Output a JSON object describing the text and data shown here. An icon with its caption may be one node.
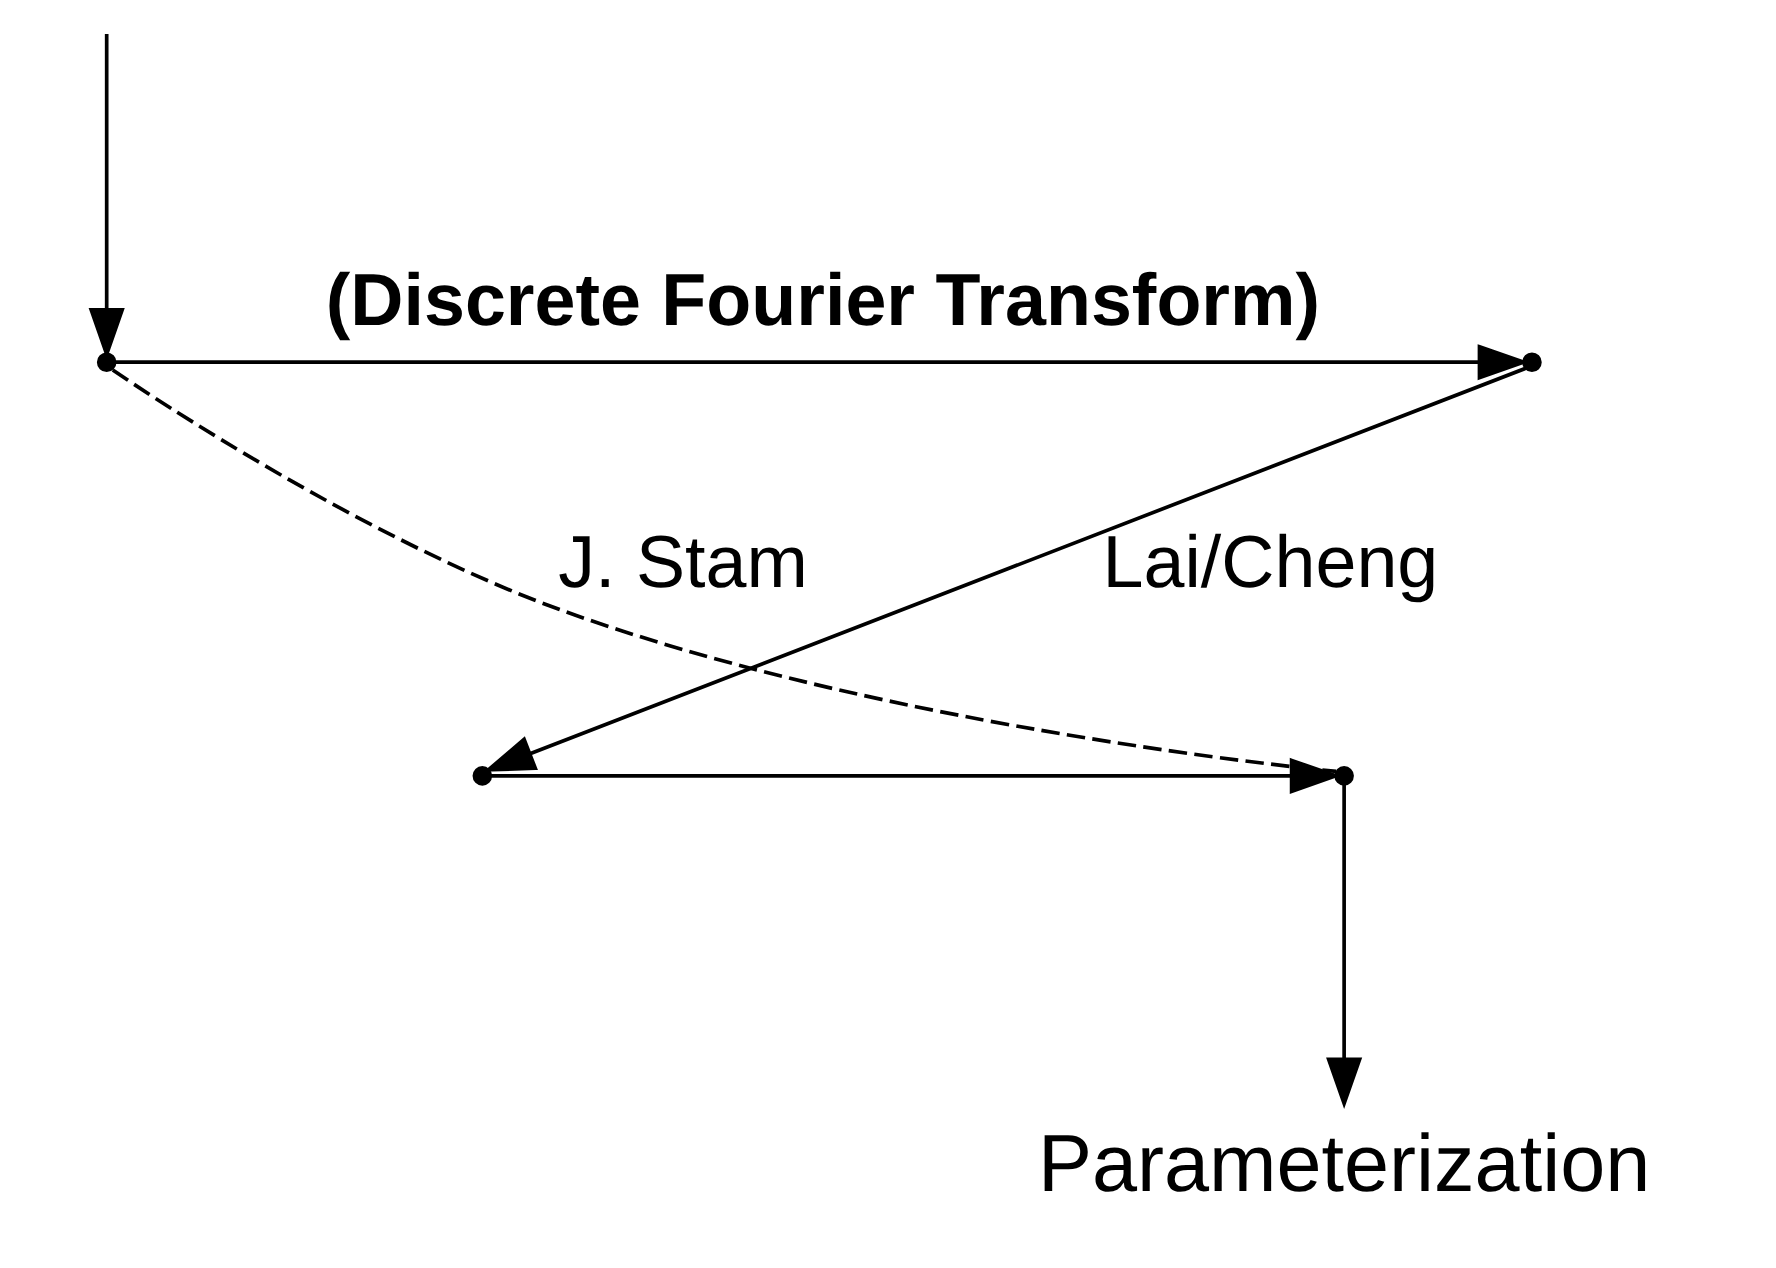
{
  "diagram": {
    "nodes": [
      {
        "text": [],
        "shape": "point"
      },
      {
        "text": [],
        "shape": "point"
      },
      {
        "text": [],
        "shape": "point"
      },
      {
        "text": [],
        "shape": "point"
      },
      {
        "text": [
          "Parameterization"
        ]
      }
    ],
    "edges": [
      {
        "from": null,
        "to": 0,
        "arrow": "to"
      },
      {
        "from": 0,
        "to": 1,
        "arrow": "to",
        "label": "(Discrete Fourier Transform)"
      },
      {
        "from": 1,
        "to": 2,
        "arrow": "to",
        "label": "Lai/Cheng"
      },
      {
        "from": 2,
        "to": 3,
        "arrow": "to"
      },
      {
        "from": 0,
        "to": 3,
        "arrow": "none",
        "style": "dashed",
        "label": "J. Stam"
      },
      {
        "from": 3,
        "to": 4,
        "arrow": "to"
      }
    ]
  }
}
